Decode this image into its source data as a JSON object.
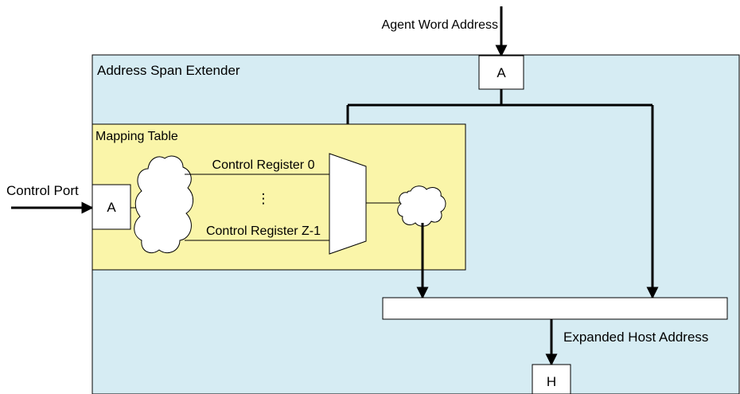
{
  "diagram": {
    "agent_word_address": "Agent Word Address",
    "extender_title": "Address Span Extender",
    "mapping_table_title": "Mapping Table",
    "control_port": "Control Port",
    "control_port_box": "A",
    "agent_box": "A",
    "control_register_0": "Control Register 0",
    "ellipsis": "⋮",
    "control_register_last": "Control Register Z-1",
    "expanded_host_address": "Expanded Host Address",
    "host_box": "H"
  },
  "colors": {
    "extender_fill": "#d6ecf3",
    "mapping_fill": "#faf5a9",
    "stroke": "#000000"
  }
}
